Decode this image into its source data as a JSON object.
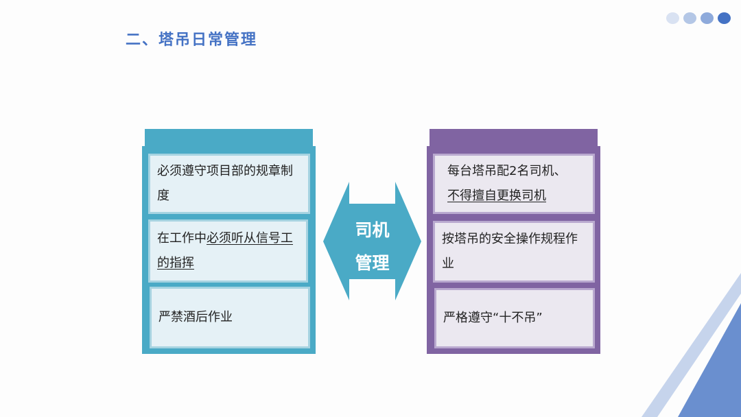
{
  "title": "二、塔吊日常管理",
  "dots": [
    "#d9e2f2",
    "#b4c7e6",
    "#8eaadb",
    "#4472c4"
  ],
  "colors": {
    "teal": "#4aaac6",
    "purple": "#8064a2",
    "accent": "#4472c4"
  },
  "center": {
    "line1": "司机",
    "line2": "管理"
  },
  "left": [
    {
      "plain": "必须遵守项目部的规章制度",
      "underlined": ""
    },
    {
      "plain": "在工作中",
      "underlined": "必须听从信号工的指挥"
    },
    {
      "plain": "严禁酒后作业",
      "underlined": ""
    }
  ],
  "right": [
    {
      "plain": "每台塔吊配2名司机、",
      "underlined": "不得擅自更换司机"
    },
    {
      "plain": "按塔吊的安全操作规程作业",
      "underlined": ""
    },
    {
      "plain": "严格遵守“十不吊”",
      "underlined": ""
    }
  ]
}
